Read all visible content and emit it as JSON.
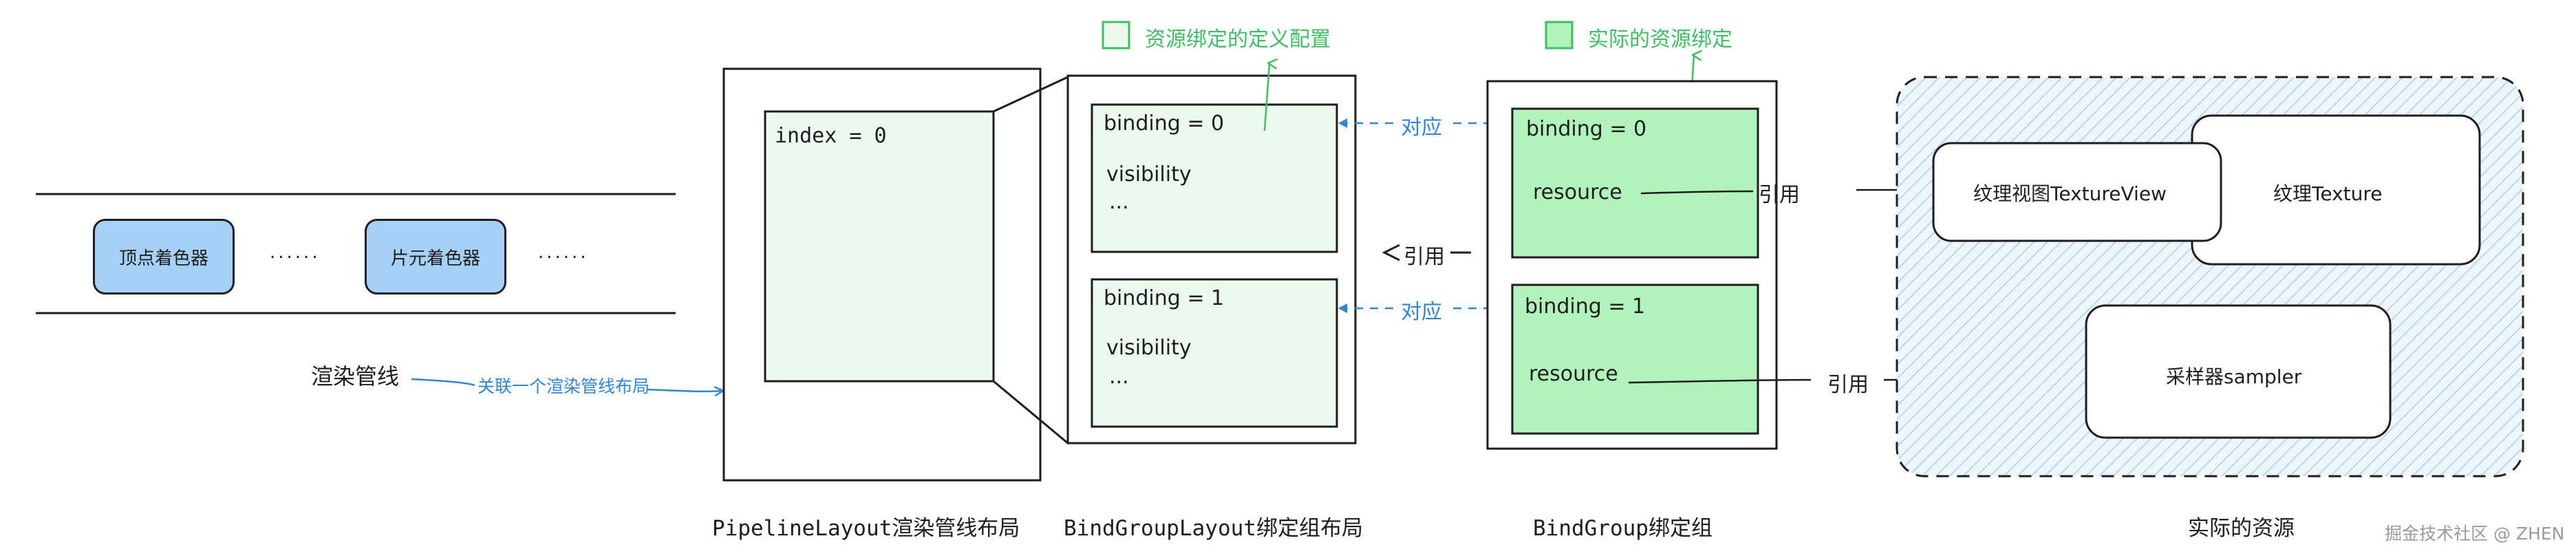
{
  "legend": {
    "definition_label": "资源绑定的定义配置",
    "actual_label": "实际的资源绑定",
    "definition_color": "#ebf9ef",
    "actual_color": "#b2f2bb"
  },
  "pipeline": {
    "vertex_shader": "顶点着色器",
    "fragment_shader": "片元着色器",
    "ellipsis": "......",
    "render_pipeline_label": "渲染管线",
    "associate_label": "关联一个渲染管线布局"
  },
  "pipeline_layout": {
    "index_text": "index = 0",
    "caption": "PipelineLayout渲染管线布局"
  },
  "bind_group_layout": {
    "entries": [
      {
        "binding": "binding = 0",
        "visibility": "visibility",
        "more": "..."
      },
      {
        "binding": "binding = 1",
        "visibility": "visibility",
        "more": "..."
      }
    ],
    "caption": "BindGroupLayout绑定组布局"
  },
  "connectors": {
    "pair_label": "对应",
    "reference_label": "引用"
  },
  "bind_group": {
    "entries": [
      {
        "binding": "binding = 0",
        "resource": "resource"
      },
      {
        "binding": "binding = 1",
        "resource": "resource"
      }
    ],
    "caption": "BindGroup绑定组"
  },
  "resources": {
    "texture_view": "纹理视图TextureView",
    "texture": "纹理Texture",
    "sampler": "采样器sampler",
    "caption": "实际的资源"
  },
  "watermark": "掘金技术社区 @ ZHEN"
}
